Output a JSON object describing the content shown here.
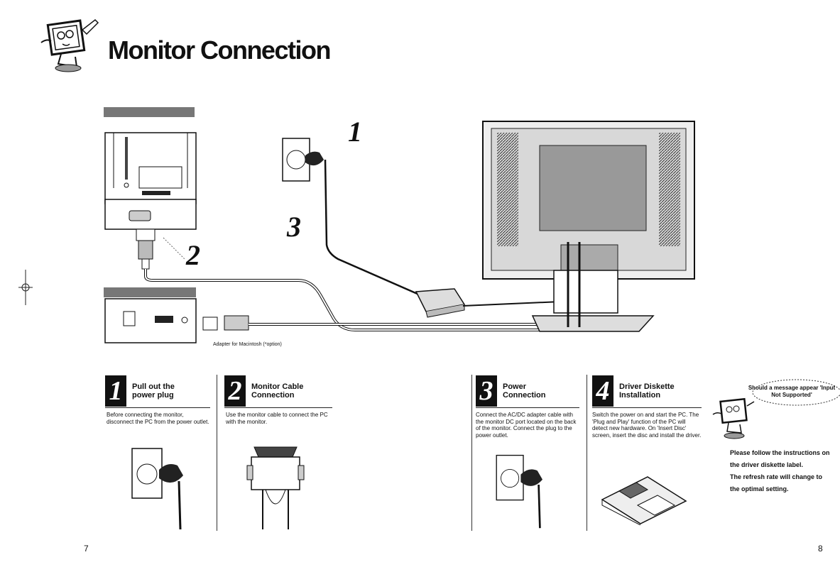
{
  "page": {
    "title": "Monitor Connection",
    "page_left": "7",
    "page_right": "8"
  },
  "diagram": {
    "callout_1": "1",
    "callout_2": "2",
    "callout_3": "3",
    "adapter_label": "Adapter for Macintosh (*option)"
  },
  "steps": [
    {
      "number": "1",
      "title": "Pull out the power plug",
      "desc": "Before connecting the monitor, disconnect the PC from the power outlet."
    },
    {
      "number": "2",
      "title": "Monitor Cable Connection",
      "desc": "Use the monitor cable to connect the PC with the monitor."
    },
    {
      "number": "3",
      "title": "Power Connection",
      "desc": "Connect the AC/DC adapter cable with the monitor DC port located on the back of the monitor. Connect the plug to the power outlet."
    },
    {
      "number": "4",
      "title": "Driver Diskette Installation",
      "desc": "Switch the power on and start the PC. The 'Plug and Play' function of the PC will detect new hardware. On 'Insert Disc' screen, insert the disc and install the driver."
    }
  ],
  "bubble": {
    "text": "Should a message appear 'Input Not Supported'"
  },
  "note": {
    "line1": "Please follow the instructions on",
    "line2": "the driver diskette label.",
    "line3": "The refresh rate will change to",
    "line4": "the optimal setting."
  }
}
